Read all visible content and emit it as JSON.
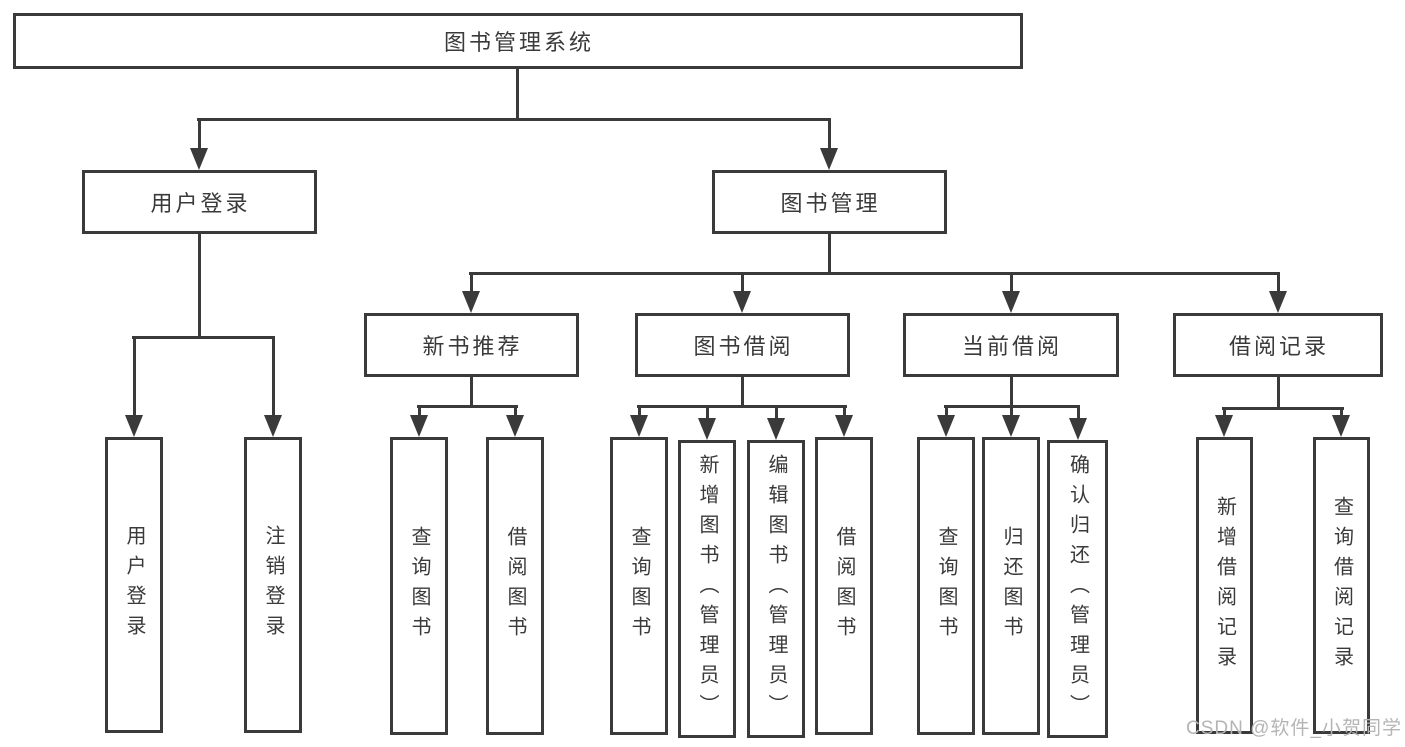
{
  "diagram_type": "tree",
  "nodes": {
    "root": {
      "label": "图书管理系统"
    },
    "login": {
      "label": "用户登录"
    },
    "manage": {
      "label": "图书管理"
    },
    "login_do": {
      "label": "用户登录"
    },
    "login_out": {
      "label": "注销登录"
    },
    "rec": {
      "label": "新书推荐"
    },
    "rec_query": {
      "label": "查询图书"
    },
    "rec_borrow": {
      "label": "借阅图书"
    },
    "borrow": {
      "label": "图书借阅"
    },
    "borrow_query": {
      "label": "查询图书"
    },
    "borrow_add": {
      "label": "新增图书（管理员）"
    },
    "borrow_edit": {
      "label": "编辑图书（管理员）"
    },
    "borrow_do": {
      "label": "借阅图书"
    },
    "current": {
      "label": "当前借阅"
    },
    "current_query": {
      "label": "查询图书"
    },
    "current_return": {
      "label": "归还图书"
    },
    "current_confirm": {
      "label": "确认归还（管理员）"
    },
    "records": {
      "label": "借阅记录"
    },
    "records_add": {
      "label": "新增借阅记录"
    },
    "records_query": {
      "label": "查询借阅记录"
    }
  },
  "tree": {
    "root": [
      "login",
      "manage"
    ],
    "login": [
      "login_do",
      "login_out"
    ],
    "manage": [
      "rec",
      "borrow",
      "current",
      "records"
    ],
    "rec": [
      "rec_query",
      "rec_borrow"
    ],
    "borrow": [
      "borrow_query",
      "borrow_add",
      "borrow_edit",
      "borrow_do"
    ],
    "current": [
      "current_query",
      "current_return",
      "current_confirm"
    ],
    "records": [
      "records_add",
      "records_query"
    ]
  },
  "watermark": {
    "text": "CSDN @软件_小贺同学"
  },
  "colors": {
    "line": "#3a3a3a",
    "text": "#3a3a3a",
    "background": "#ffffff",
    "watermark": "#b5b5b5"
  }
}
